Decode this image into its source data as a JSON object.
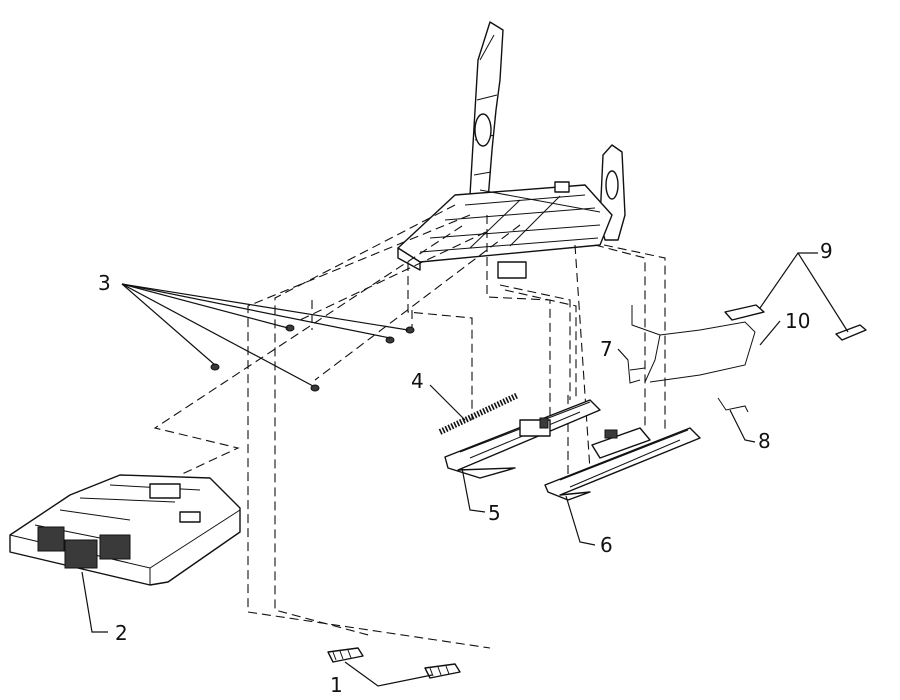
{
  "callouts": [
    {
      "id": "1",
      "text": "1"
    },
    {
      "id": "2",
      "text": "2"
    },
    {
      "id": "3",
      "text": "3"
    },
    {
      "id": "4",
      "text": "4"
    },
    {
      "id": "5",
      "text": "5"
    },
    {
      "id": "6",
      "text": "6"
    },
    {
      "id": "7",
      "text": "7"
    },
    {
      "id": "8",
      "text": "8"
    },
    {
      "id": "9",
      "text": "9"
    },
    {
      "id": "10",
      "text": "10"
    }
  ],
  "colors": {
    "line": "#111111",
    "background": "#ffffff"
  }
}
